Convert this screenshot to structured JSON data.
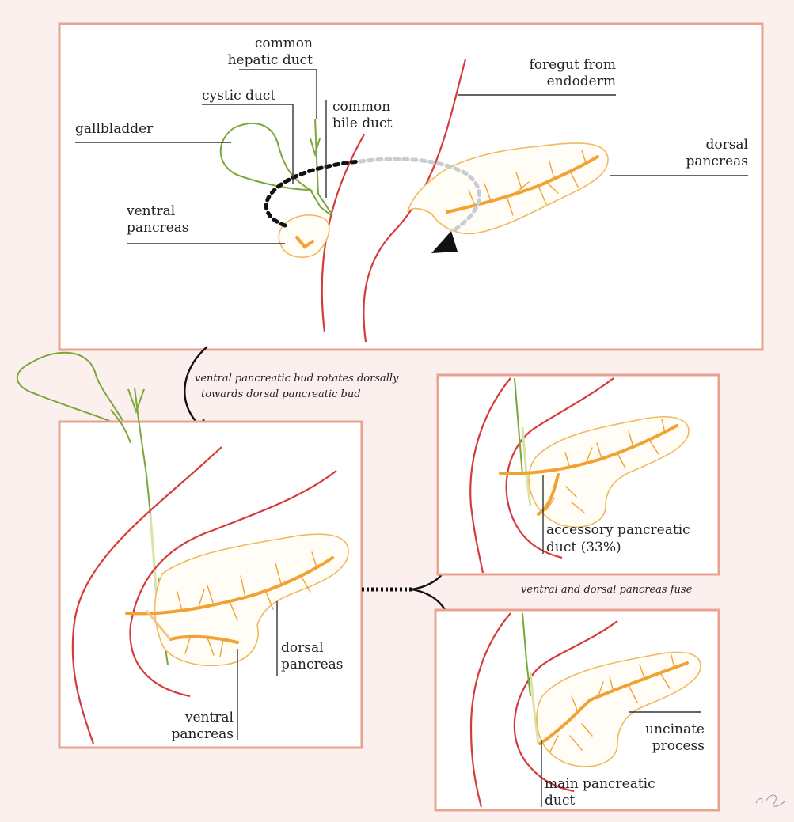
{
  "header_text": "",
  "top_panel": {
    "labels": {
      "common_hepatic_duct": [
        "common",
        "hepatic duct"
      ],
      "cystic_duct": "cystic duct",
      "common_bile_duct": [
        "common",
        "bile duct"
      ],
      "gallbladder": "gallbladder",
      "ventral_pancreas": [
        "ventral",
        "pancreas"
      ],
      "foregut": [
        "foregut from",
        "endoderm"
      ],
      "dorsal_pancreas": [
        "dorsal",
        "pancreas"
      ]
    }
  },
  "captions": {
    "rotation": [
      "ventral pancreatic bud rotates dorsally",
      "towards dorsal pancreatic bud"
    ],
    "fuse": "ventral and dorsal pancreas fuse"
  },
  "middle_panel": {
    "labels": {
      "dorsal_pancreas": [
        "dorsal",
        "pancreas"
      ],
      "ventral_pancreas": [
        "ventral",
        "pancreas"
      ]
    }
  },
  "right_top_panel": {
    "labels": {
      "accessory_duct": [
        "accessory pancreatic",
        "duct (33%)"
      ]
    }
  },
  "right_bottom_panel": {
    "labels": {
      "uncinate_process": [
        "uncinate",
        "process"
      ],
      "main_duct": [
        "main pancreatic",
        "duct"
      ]
    }
  },
  "colors": {
    "frame": "#e9a28f",
    "gut": "#d63a3a",
    "bile": "#7aa63a",
    "pancreas_duct": "#f0a233",
    "background": "#fcf0ee"
  }
}
